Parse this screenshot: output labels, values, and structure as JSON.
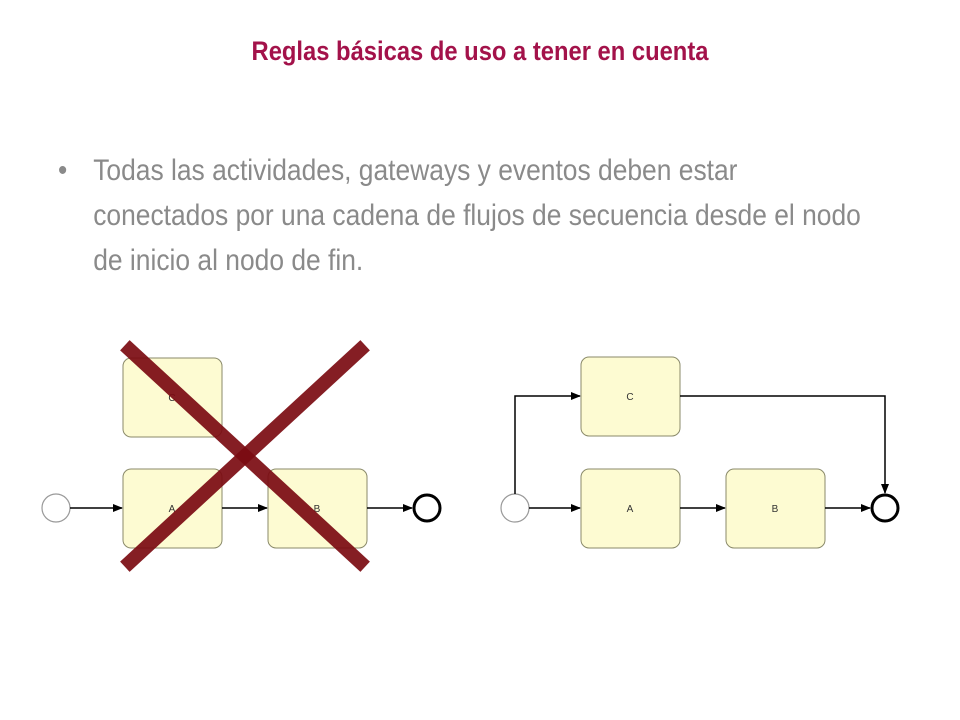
{
  "slide": {
    "title": "Reglas básicas de uso a tener en cuenta",
    "bullet_symbol": "•",
    "bullet_text": "Todas las actividades, gateways y eventos deben estar conectados por una cadena de flujos de secuencia desde el nodo de inicio al nodo de fin."
  },
  "diagrams": {
    "incorrect": {
      "tasks": {
        "c": "C",
        "a": "A",
        "b": "B"
      },
      "cross_color": "#7b0b12"
    },
    "correct": {
      "tasks": {
        "c": "C",
        "a": "A",
        "b": "B"
      }
    }
  },
  "colors": {
    "title": "#a3124a",
    "text": "#8a8a8a",
    "task_fill": "#fdfbd2",
    "task_stroke": "#8a8a6a"
  }
}
